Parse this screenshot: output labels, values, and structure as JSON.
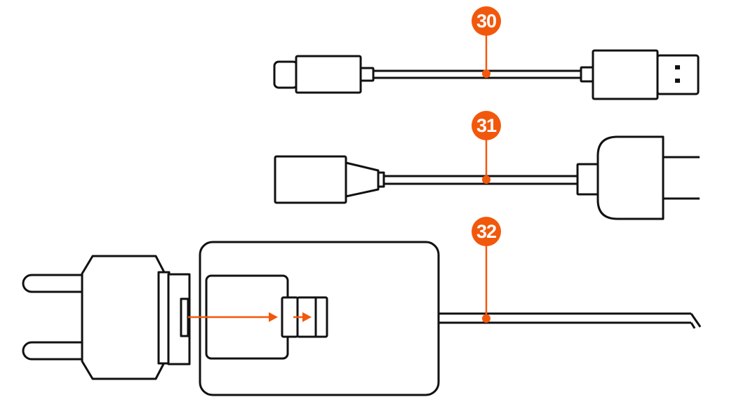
{
  "colors": {
    "accent": "#f2580c",
    "stroke": "#111111",
    "background": "#ffffff"
  },
  "callouts": [
    {
      "id": "cable-30",
      "number": "30",
      "description_icon": "usb-c-to-usb-a-cable"
    },
    {
      "id": "cable-31",
      "number": "31",
      "description_icon": "usb-female-to-plug-cable"
    },
    {
      "id": "charger-32",
      "number": "32",
      "description_icon": "wall-charger-with-cable"
    }
  ],
  "arrows": {
    "insert_direction": "right"
  }
}
